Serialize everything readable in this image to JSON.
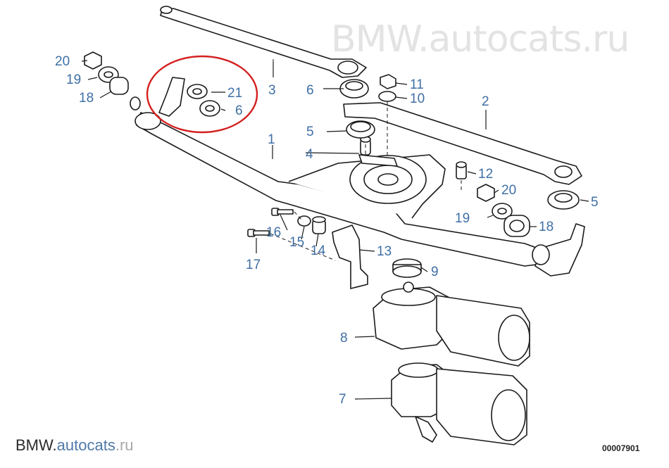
{
  "watermark": {
    "top": "BMW.autocats.ru"
  },
  "footer": {
    "brand_part1": "BMW.",
    "brand_part2": "autocats",
    "brand_part3": ".ru",
    "diagram_number": "00007901"
  },
  "callouts": [
    "1",
    "2",
    "3",
    "4",
    "5",
    "6",
    "7",
    "8",
    "9",
    "10",
    "11",
    "12",
    "13",
    "14",
    "15",
    "16",
    "17",
    "18",
    "19",
    "20",
    "21",
    "6",
    "20",
    "19",
    "18",
    "5"
  ],
  "colors": {
    "callout": "#3f6fa5",
    "highlight": "#d42020",
    "line": "#1a1a1a",
    "watermark": "#e3e3e3"
  }
}
